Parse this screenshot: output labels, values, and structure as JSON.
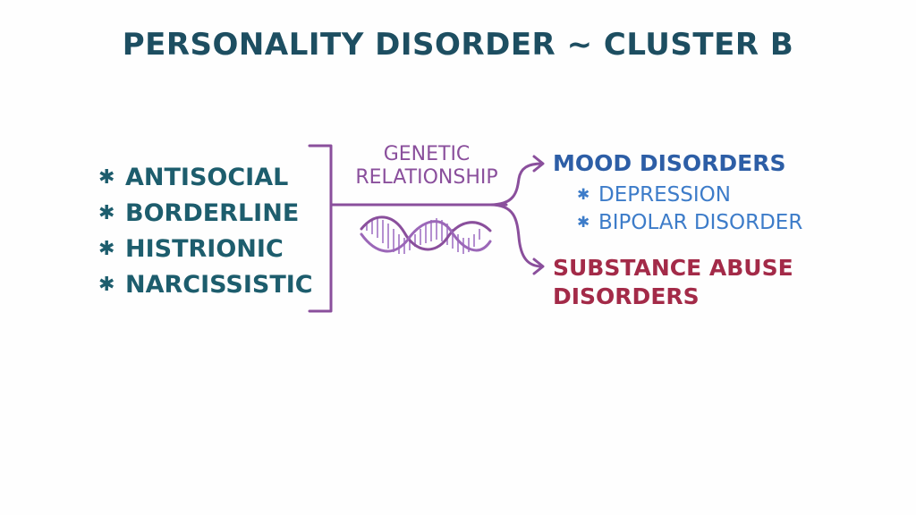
{
  "title": "PERSONALITY DISORDER ~ CLUSTER B",
  "cluster_b": {
    "bullet": "✱",
    "items": [
      "ANTISOCIAL",
      "BORDERLINE",
      "HISTRIONIC",
      "NARCISSISTIC"
    ]
  },
  "link_label": {
    "line1": "GENETIC",
    "line2": "RELATIONSHIP"
  },
  "mood": {
    "title": "MOOD DISORDERS",
    "items": [
      "DEPRESSION",
      "BIPOLAR DISORDER"
    ]
  },
  "substance": {
    "line1": "SUBSTANCE ABUSE",
    "line2": "DISORDERS"
  },
  "colors": {
    "title": "#1d4e61",
    "cluster": "#1d5d6d",
    "connector": "#8a4f9c",
    "mood_title": "#2d5ea6",
    "mood_items": "#3d7cc9",
    "substance": "#a32a48"
  },
  "icons": {
    "dna": "dna-helix-icon",
    "arrow": "arrow-right-icon"
  }
}
